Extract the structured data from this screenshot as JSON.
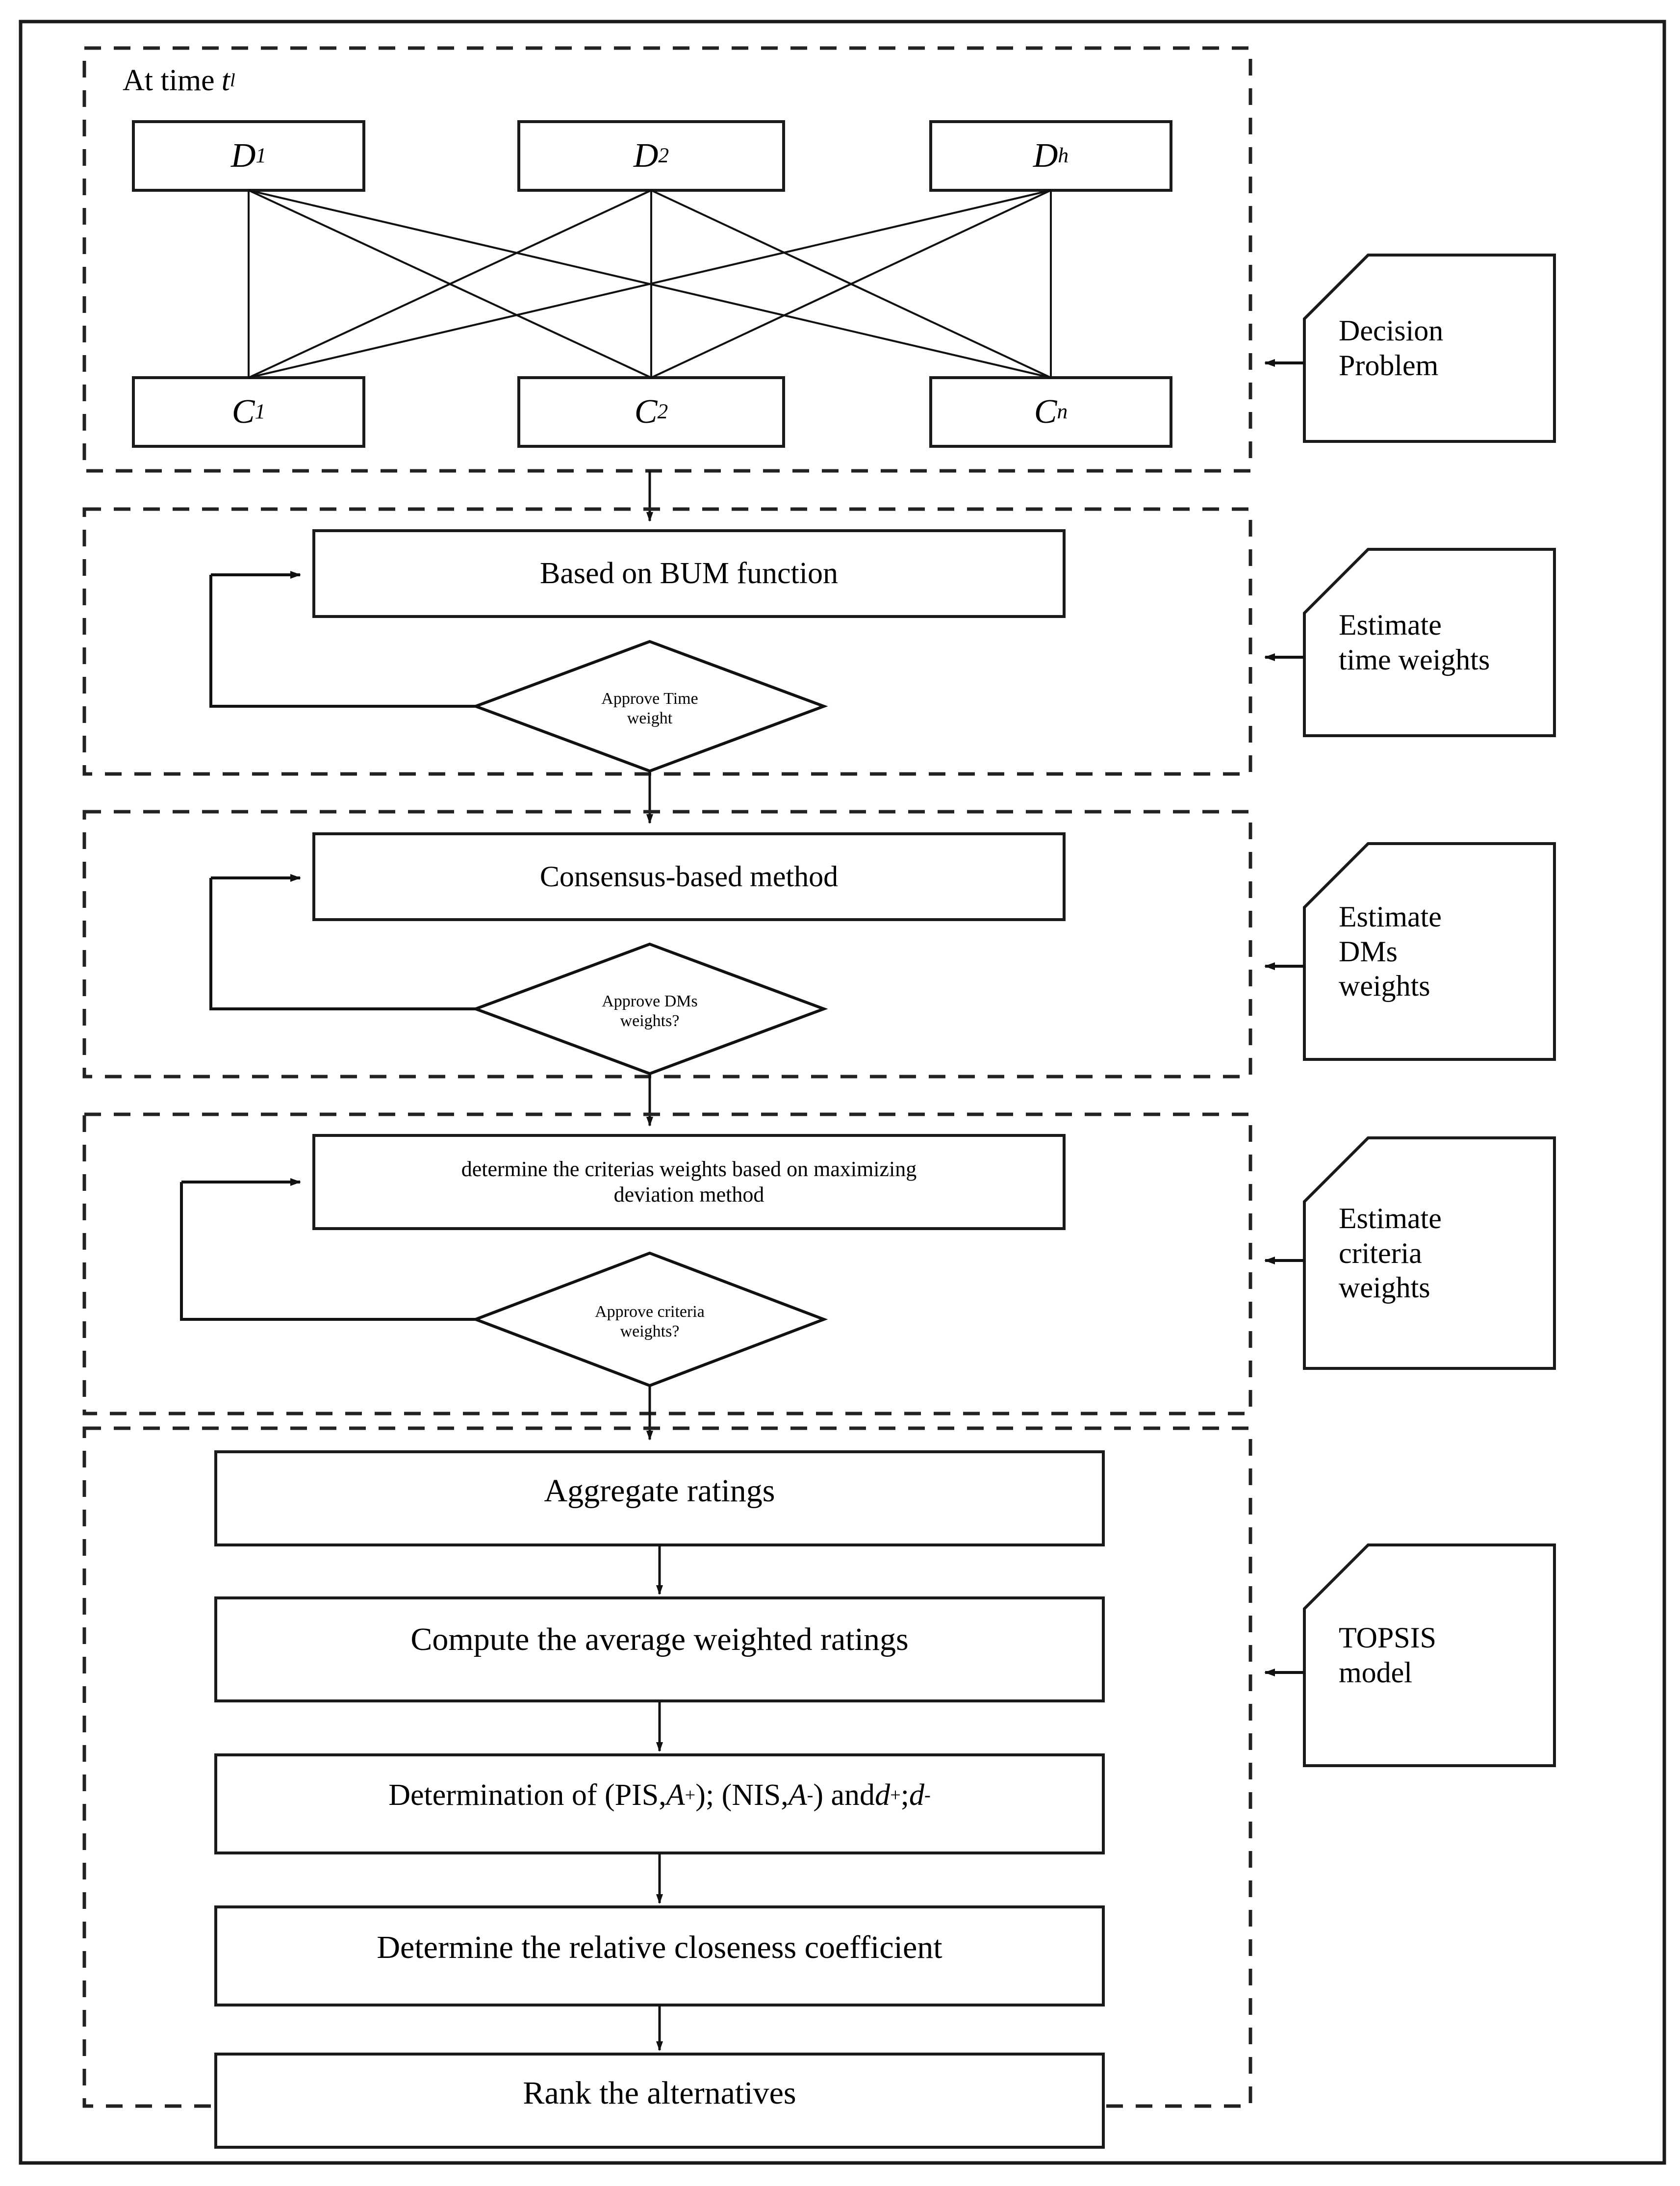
{
  "figure": {
    "title_note": "At time t_l",
    "time_label_prefix": "At time",
    "time_label_var": "t",
    "time_label_sub": "l"
  },
  "colors": {
    "stroke": "#1a1a1a",
    "fill": "#ffffff",
    "dash": "#222222",
    "text": "#000000"
  },
  "sections": [
    {
      "id": "section-decision-problem",
      "side_label_lines": [
        "Decision",
        "Problem"
      ],
      "dm_nodes": [
        {
          "base": "D",
          "sub": "1"
        },
        {
          "base": "D",
          "sub": "2"
        },
        {
          "base": "D",
          "sub": "h"
        }
      ],
      "criteria_nodes": [
        {
          "base": "C",
          "sub": "1"
        },
        {
          "base": "C",
          "sub": "2"
        },
        {
          "base": "C",
          "sub": "n"
        }
      ]
    },
    {
      "id": "section-time-weights",
      "side_label_lines": [
        "Estimate",
        "time weights"
      ],
      "process": "Based on BUM function",
      "decision_lines": [
        "Approve Time",
        "weight"
      ]
    },
    {
      "id": "section-dms-weights",
      "side_label_lines": [
        "Estimate",
        "DMs",
        "weights"
      ],
      "process": "Consensus-based method",
      "decision_lines": [
        "Approve DMs",
        "weights?"
      ]
    },
    {
      "id": "section-criteria-weights",
      "side_label_lines": [
        "Estimate",
        "criteria",
        "weights"
      ],
      "process_lines": [
        "determine the criterias weights based on maximizing",
        "deviation method"
      ],
      "decision_lines": [
        "Approve criteria",
        "weights?"
      ]
    },
    {
      "id": "section-topsis",
      "side_label_lines": [
        "TOPSIS",
        "model"
      ],
      "steps": [
        "Aggregate ratings",
        "Compute the average weighted ratings",
        "Determination of (PIS, A+); (NIS, A-) and d+; d-",
        "Determine the relative closeness coefficient",
        "Rank the alternatives"
      ],
      "step_pis_parts": {
        "p1": "Determination of (PIS, ",
        "a1": "A",
        "s1": "+",
        "p2": "); (NIS, ",
        "a2": "A",
        "s2": "-",
        "p3": ") and ",
        "d1": "d",
        "s3": "+",
        "p4": "; ",
        "d2": "d",
        "s4": "-"
      }
    }
  ]
}
